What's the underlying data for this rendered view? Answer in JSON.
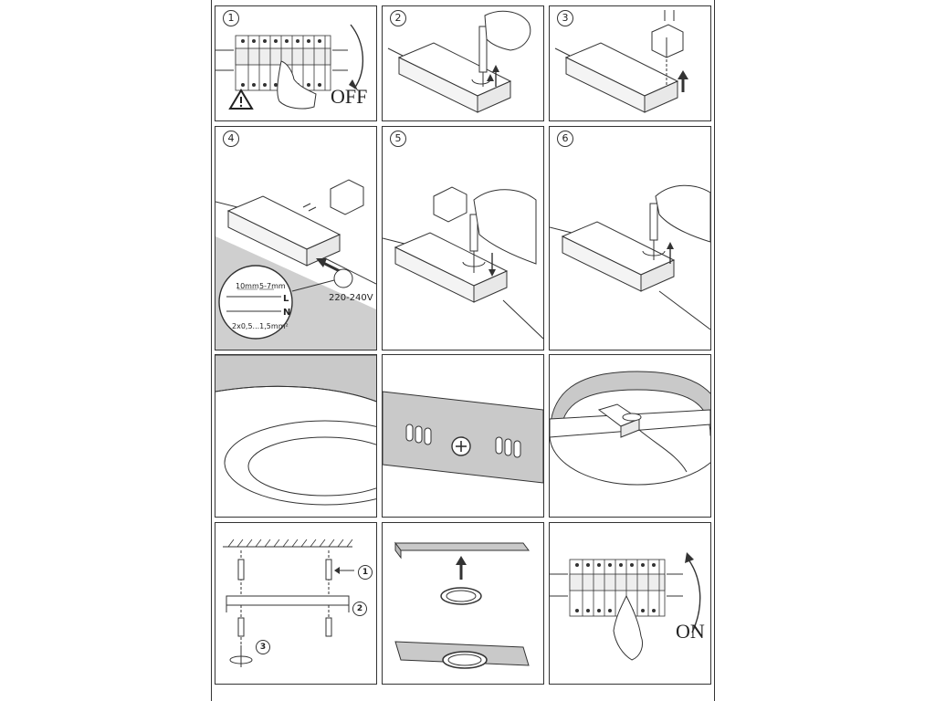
{
  "steps": {
    "s1": "1",
    "s2": "2",
    "s3": "3",
    "s4": "4",
    "s5": "5",
    "s6": "6"
  },
  "labels": {
    "off": "OFF",
    "on": "ON",
    "voltage": "220-240V",
    "wire_l": "L",
    "wire_n": "N",
    "strip_10": "10mm",
    "strip_57": "5-7mm",
    "cable_spec": "2x0,5...1,5mm²"
  },
  "mounting_callouts": {
    "c1": "1",
    "c2": "2",
    "c3": "3"
  },
  "icons": {
    "warning": "warning-triangle-icon",
    "hand": "hand-icon",
    "screwdriver": "screwdriver-icon",
    "arrow": "arrow-icon"
  }
}
